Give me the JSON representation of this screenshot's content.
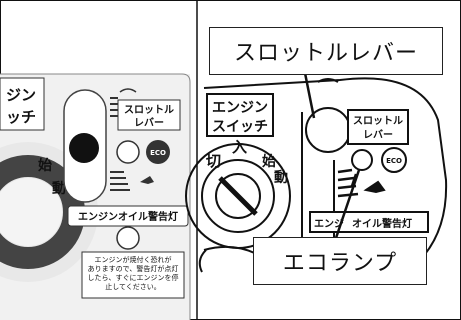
{
  "left_panel": {
    "engine_switch_fragment": [
      "ジン",
      "ッチ"
    ],
    "throttle_lever_label": [
      "スロットル",
      "レバー"
    ],
    "eco_badge": "ECO",
    "dial_fragment": [
      "始",
      "動"
    ],
    "oil_warning_title": "エンジンオイル警告灯",
    "oil_warning_note": [
      "エンジンが焼付く恐れが",
      "ありますので、警告灯が点灯",
      "したら、すぐにエンジンを停",
      "止してください。"
    ]
  },
  "right_panel": {
    "engine_switch_label": [
      "エンジン",
      "スイッチ"
    ],
    "throttle_lever_label": [
      "スロットル",
      "レバー"
    ],
    "eco_badge": "ECO",
    "dial_marks": [
      "切",
      "入",
      "始",
      "動"
    ],
    "oil_warning_fragment": [
      "エンジ",
      "オイル警告灯"
    ]
  },
  "callouts": {
    "throttle_lever": "スロットルレバー",
    "eco_lamp": "エコランプ"
  },
  "colors": {
    "ink": "#1a1a1a",
    "panel_bg": "#ffffff",
    "dial_ring": "#444444"
  }
}
